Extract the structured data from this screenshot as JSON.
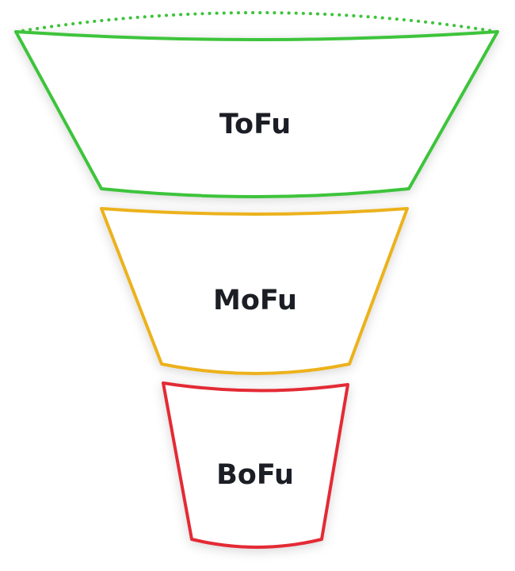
{
  "funnel": {
    "stages": [
      {
        "label": "ToFu",
        "color": "#3dc43a"
      },
      {
        "label": "MoFu",
        "color": "#ecb21e"
      },
      {
        "label": "BoFu",
        "color": "#e32b35"
      }
    ]
  }
}
